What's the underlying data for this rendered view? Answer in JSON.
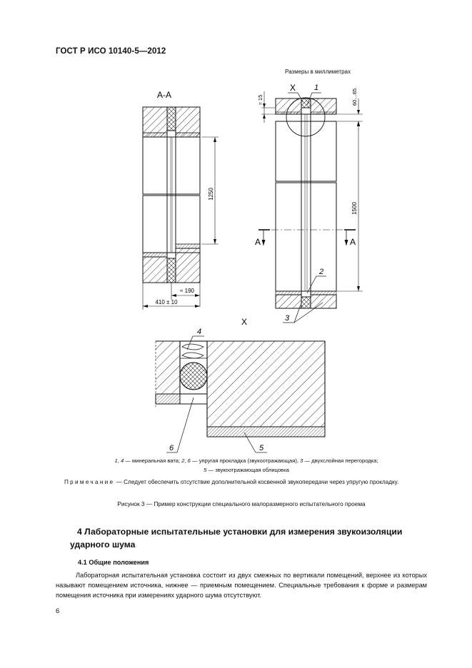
{
  "header": {
    "standard": "ГОСТ Р ИСО 10140-5—2012"
  },
  "figure": {
    "units_note": "Размеры в миллиметрах",
    "section_label": "А-А",
    "detail_label": "X",
    "callout_x": "X",
    "section_marks": [
      "А",
      "А"
    ],
    "dims": {
      "height_left": "1250",
      "height_right": "1500",
      "width_total": "410 ± 10",
      "width_partial": "≈ 190",
      "gap_top": "≈ 15",
      "gap_right": "60…65"
    },
    "callouts": [
      "1",
      "2",
      "3",
      "4",
      "5",
      "6"
    ],
    "legend_line1_parts": [
      "1",
      ", ",
      "4",
      " — минеральная вата; ",
      "2",
      ", ",
      "6",
      " — упругая прокладка (звукоотражающая), ",
      "3",
      " — двухслойная перегородка;"
    ],
    "legend_line2_parts": [
      "5",
      " — звукоотражающая облицовка"
    ],
    "note_lead": "Примечание",
    "note_text": " — Следует обеспечить отсутствие дополнительной косвенной звукопередачи через упругую прокладку.",
    "caption": "Рисунок  3 — Пример конструкции специального малоразмерного испытательного проема"
  },
  "section": {
    "title": "4  Лабораторные испытательные установки для измерения звукоизоляции ударного шума",
    "subsection_title": "4.1  Общие положения",
    "paragraph": "Лабораторная испытательная установка состоит из двух смежных по вертикали помещений, верхнее из которых называют помещением источника, нижнее — приемным помещением. Специальные требования к форме и размерам помещения источника при измерениях ударного шума отсутствуют."
  },
  "page_number": "6"
}
